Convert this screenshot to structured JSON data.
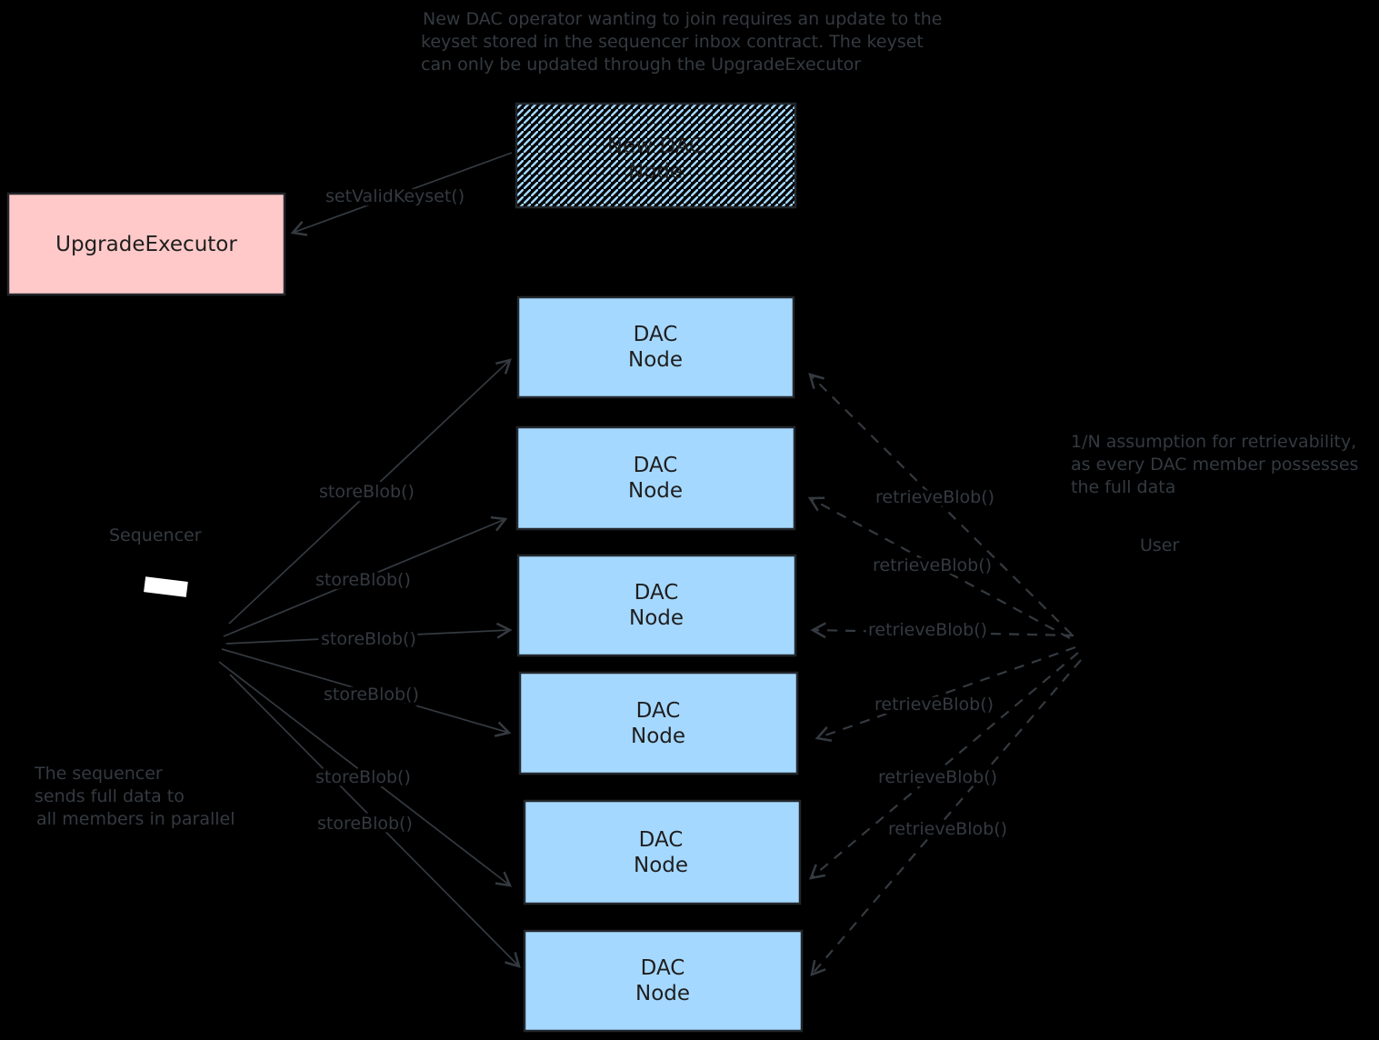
{
  "colors": {
    "background": "#000000",
    "stroke": "#343a40",
    "box_text": "#1e1e1e",
    "pink_fill": "#ffc9c9",
    "blue_fill": "#a5d8ff"
  },
  "annotations": {
    "top": [
      "New DAC operator wanting to join requires an update to the",
      "keyset stored in the sequencer inbox contract. The keyset",
      "can only be updated through the UpgradeExecutor"
    ],
    "right": [
      "1/N assumption for retrievability,",
      "as every DAC member possesses",
      "the full data"
    ],
    "bottom_left": [
      "The sequencer",
      "sends full data to",
      "all members in parallel"
    ]
  },
  "boxes": {
    "new_dac_node": {
      "line1": "New DAC",
      "line2": "Node"
    },
    "upgrade_executor": {
      "label": "UpgradeExecutor"
    },
    "dac_nodes": [
      {
        "line1": "DAC",
        "line2": "Node"
      },
      {
        "line1": "DAC",
        "line2": "Node"
      },
      {
        "line1": "DAC",
        "line2": "Node"
      },
      {
        "line1": "DAC",
        "line2": "Node"
      },
      {
        "line1": "DAC",
        "line2": "Node"
      },
      {
        "line1": "DAC",
        "line2": "Node"
      }
    ]
  },
  "actors": {
    "sequencer": "Sequencer",
    "user": "User"
  },
  "edge_labels": {
    "set_valid_keyset": "setValidKeyset()",
    "store_blob": [
      "storeBlob()",
      "storeBlob()",
      "storeBlob()",
      "storeBlob()",
      "storeBlob()",
      "storeBlob()"
    ],
    "retrieve_blob": [
      "retrieveBlob()",
      "retrieveBlob()",
      "retrieveBlob()",
      "retrieveBlob()",
      "retrieveBlob()",
      "retrieveBlob()"
    ]
  }
}
